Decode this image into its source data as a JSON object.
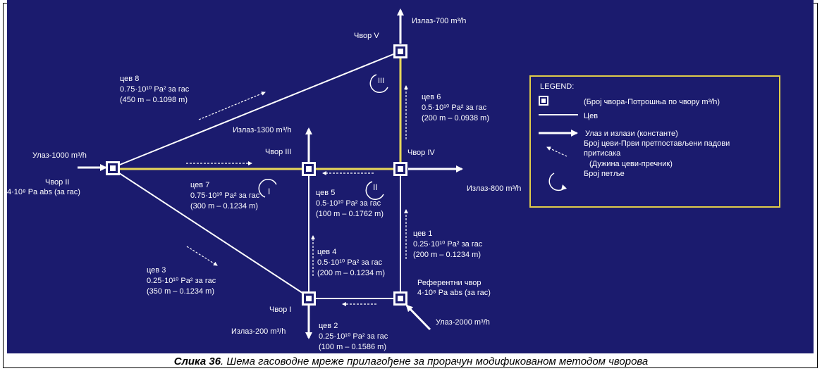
{
  "colors": {
    "background": "#1b1b6e",
    "lines": "#ffffff",
    "legend_border": "#e0cc4a",
    "pipe_yellow": "#e8d85a"
  },
  "nodes": {
    "v": "Чвор V",
    "iii": "Чвор III",
    "iv": "Чвор IV",
    "ii": "Чвор II",
    "ii_pressure": "4·10⁸ Pa abs (за гас)",
    "i": "Чвор I",
    "ref": "Референтни чвор",
    "ref_pressure": "4·10⁸ Pa abs (за гас)"
  },
  "flows": {
    "out_v": "Излаз-700 m³/h",
    "out_iii": "Излаз-1300 m³/h",
    "in_ii": "Улаз-1000 m³/h",
    "out_iv": "Излаз-800 m³/h",
    "out_i": "Излаз-200 m³/h",
    "in_ref": "Улаз-2000 m³/h"
  },
  "pipes": {
    "p8": {
      "name": "цев 8",
      "coef": "0.75·10¹⁰ Pa² за гас",
      "dims": "(450 m – 0.1098 m)"
    },
    "p6": {
      "name": "цев 6",
      "coef": "0.5·10¹⁰ Pa² за гас",
      "dims": "(200 m – 0.0938 m)"
    },
    "p7": {
      "name": "цев 7",
      "coef": "0.75·10¹⁰ Pa² за гас",
      "dims": "(300 m – 0.1234 m)"
    },
    "p5": {
      "name": "цев 5",
      "coef": "0.5·10¹⁰ Pa² за гас",
      "dims": "(100 m – 0.1762 m)"
    },
    "p4": {
      "name": "цев 4",
      "coef": "0.5·10¹⁰ Pa² за гас",
      "dims": "(200 m – 0.1234 m)"
    },
    "p1": {
      "name": "цев 1",
      "coef": "0.25·10¹⁰ Pa² за гас",
      "dims": "(200 m – 0.1234 m)"
    },
    "p3": {
      "name": "цев 3",
      "coef": "0.25·10¹⁰ Pa² за гас",
      "dims": "(350 m – 0.1234 m)"
    },
    "p2": {
      "name": "цев 2",
      "coef": "0.25·10¹⁰ Pa² за гас",
      "dims": "(100 m – 0.1586 m)"
    }
  },
  "loops": {
    "l1": "I",
    "l2": "II",
    "l3": "III"
  },
  "legend": {
    "title": "LEGEND:",
    "node": "(Број чвора-Потрошња по чвору m³/h)",
    "pipe": "Цев",
    "io": "Улаз и излази (константе)",
    "drop_1": "Број цеви-Први претпостављени падови",
    "drop_2": "притисака",
    "drop_3": "(Дужина цеви-пречник)",
    "loop": "Број петље"
  },
  "caption": {
    "label": "Слика 36",
    "text": ". Шема гасоводне мреже прилагођене за прорачун модификованом методом чворова"
  }
}
